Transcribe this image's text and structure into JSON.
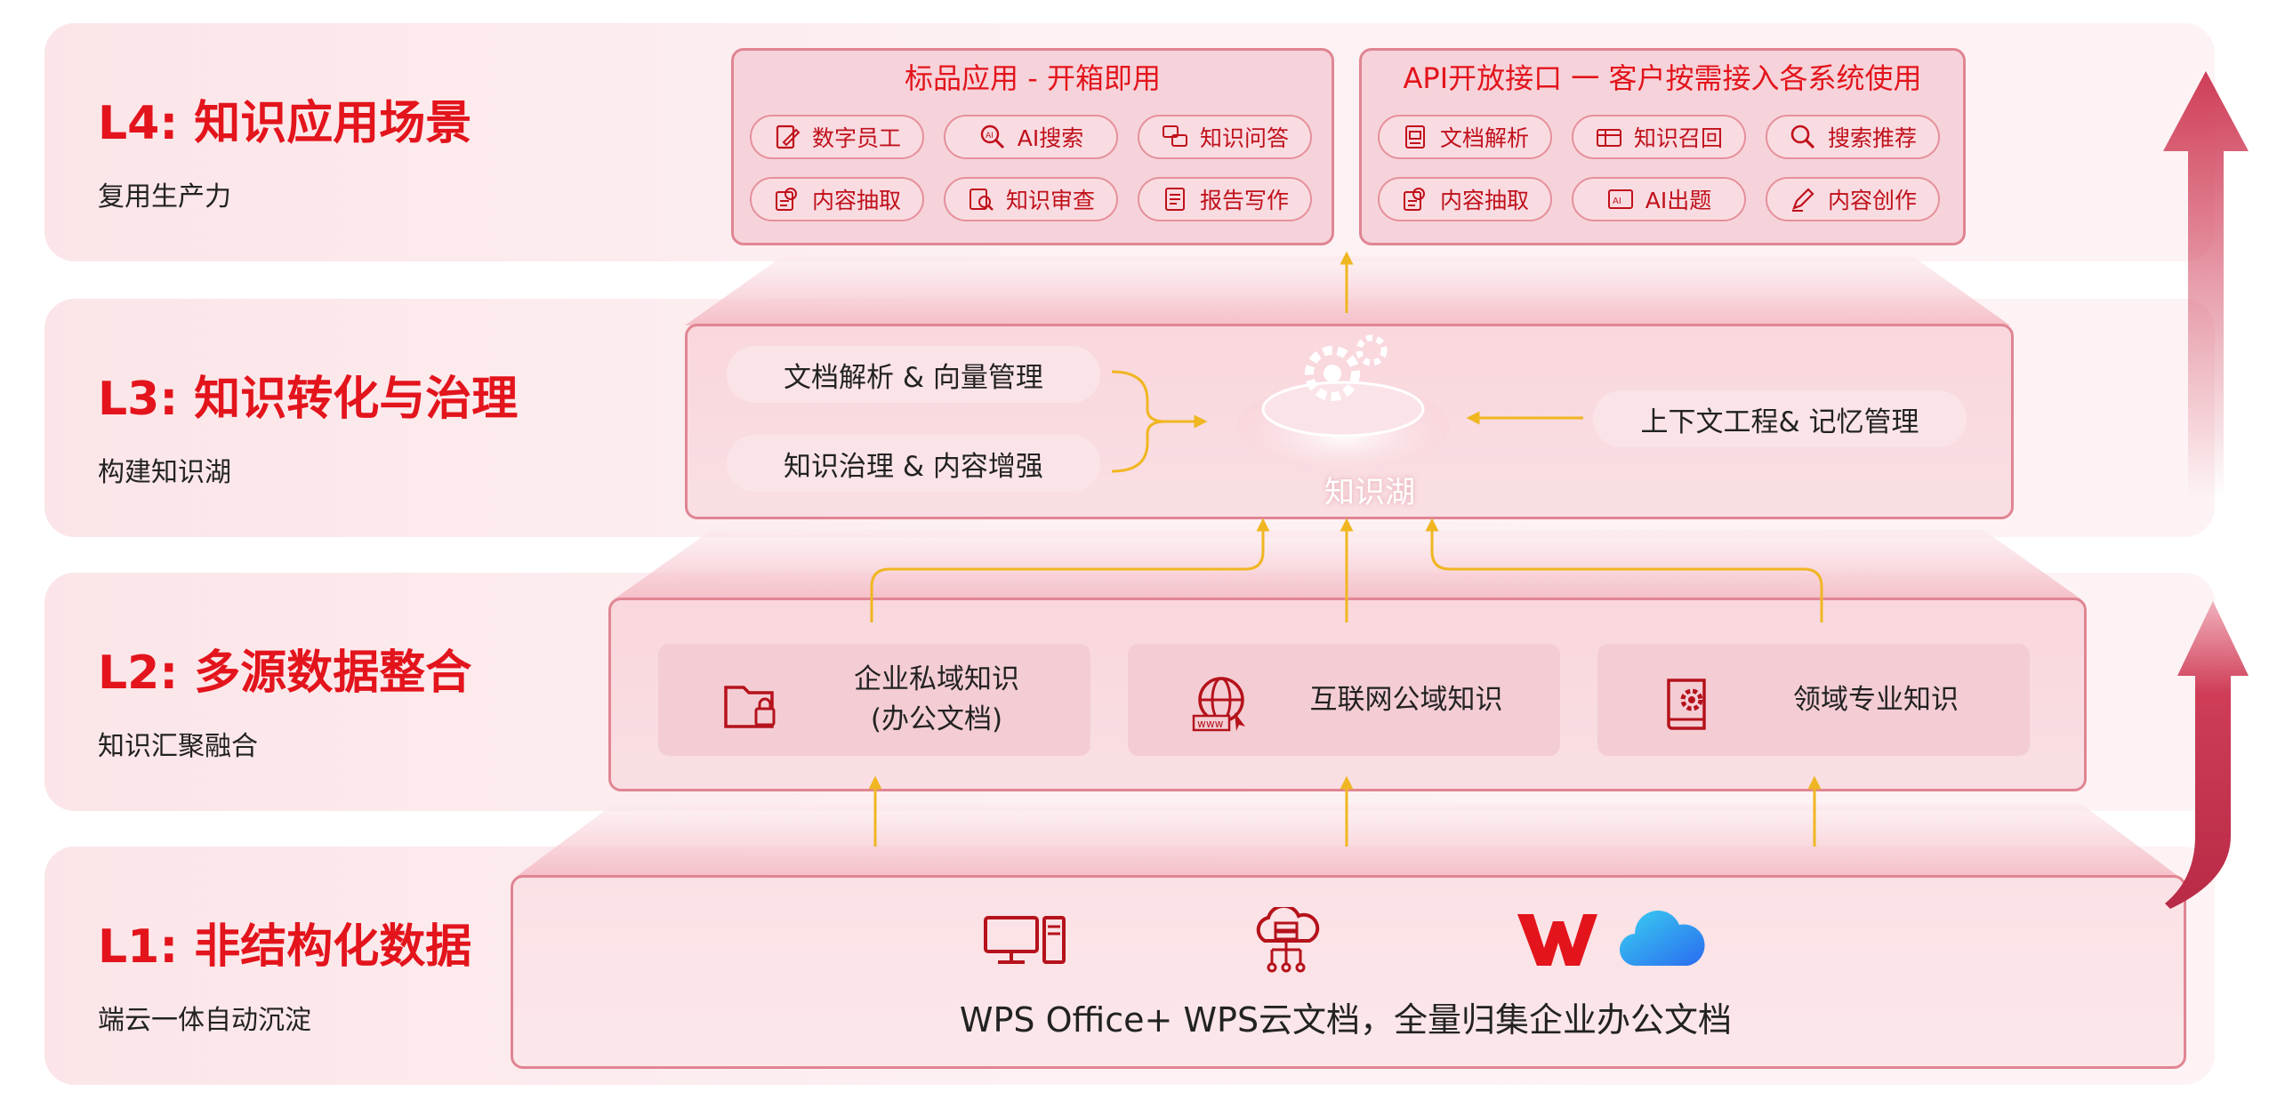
{
  "levels": [
    {
      "title": "L4: 知识应用场景",
      "subtitle": "复用生产力"
    },
    {
      "title": "L3: 知识转化与治理",
      "subtitle": "构建知识湖"
    },
    {
      "title": "L2: 多源数据整合",
      "subtitle": "知识汇聚融合"
    },
    {
      "title": "L1: 非结构化数据",
      "subtitle": "端云一体自动沉淀"
    }
  ],
  "l4": {
    "standard": {
      "header": "标品应用 - 开箱即用",
      "items": [
        {
          "label": "数字员工",
          "icon": "digital-employee-icon"
        },
        {
          "label": "AI搜索",
          "icon": "ai-search-icon"
        },
        {
          "label": "知识问答",
          "icon": "qa-chat-icon"
        },
        {
          "label": "内容抽取",
          "icon": "content-extract-icon"
        },
        {
          "label": "知识审查",
          "icon": "knowledge-review-icon"
        },
        {
          "label": "报告写作",
          "icon": "report-writing-icon"
        }
      ]
    },
    "api": {
      "header": "API开放接口 一 客户按需接入各系统使用",
      "items": [
        {
          "label": "文档解析",
          "icon": "document-parse-icon"
        },
        {
          "label": "知识召回",
          "icon": "knowledge-recall-icon"
        },
        {
          "label": "搜索推荐",
          "icon": "search-icon"
        },
        {
          "label": "内容抽取",
          "icon": "content-extract-icon"
        },
        {
          "label": "AI出题",
          "icon": "ai-question-icon"
        },
        {
          "label": "内容创作",
          "icon": "pen-icon"
        }
      ]
    }
  },
  "l3": {
    "left_items": [
      "文档解析 & 向量管理",
      "知识治理 & 内容增强"
    ],
    "right_item": "上下文工程& 记忆管理",
    "center_label": "知识湖",
    "center_icon": "gear-cloud-icon"
  },
  "l2": {
    "sources": [
      {
        "label": "企业私域知识\n(办公文档)",
        "icon": "locked-folder-icon"
      },
      {
        "label": "互联网公域知识",
        "icon": "globe-www-icon"
      },
      {
        "label": "领域专业知识",
        "icon": "book-gear-icon"
      }
    ]
  },
  "l1": {
    "text": "WPS Office+ WPS云文档，全量归集企业办公文档",
    "icons": [
      "desktop-computer-icon",
      "cloud-server-icon",
      "wps-logo-icon",
      "cloud-icon"
    ]
  },
  "colors": {
    "title_red": "#e3141c",
    "pill_text": "#c0101a",
    "border_pink": "#e08592",
    "arrow_yellow": "#f0b622",
    "big_arrow": "#d2465e"
  }
}
